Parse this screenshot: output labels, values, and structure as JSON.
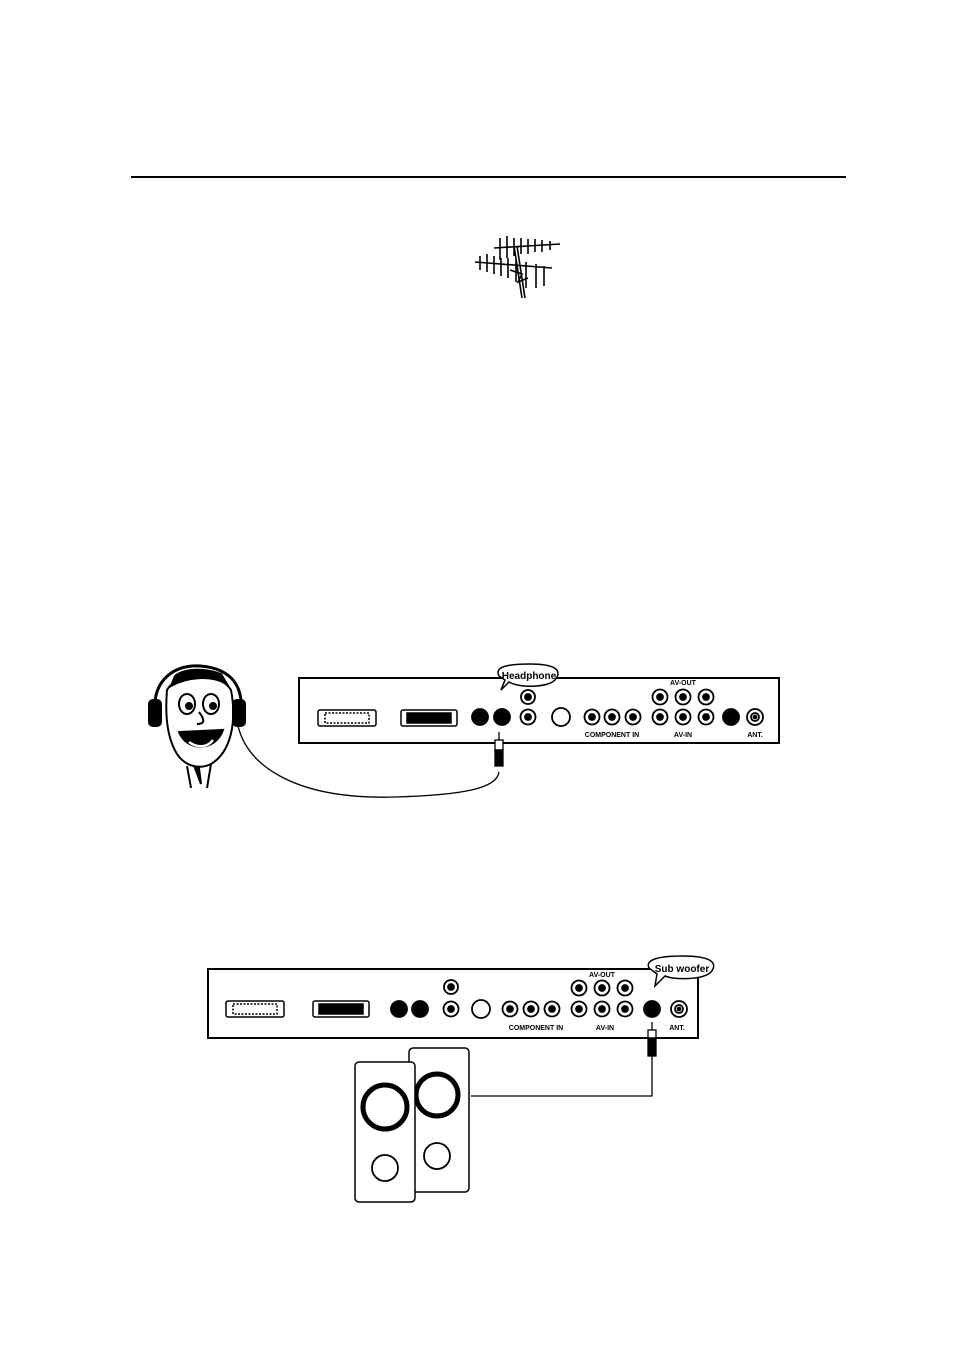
{
  "colors": {
    "ink": "#000000",
    "paper": "#ffffff"
  },
  "headphone_diagram": {
    "callout": "Headphone",
    "labels": {
      "component_in": "COMPONENT IN",
      "av_out": "AV-OUT",
      "av_in": "AV-IN",
      "ant": "ANT."
    },
    "icons": [
      "man-with-headphones-icon",
      "headphone-plug-icon"
    ]
  },
  "subwoofer_diagram": {
    "callout": "Sub woofer",
    "labels": {
      "component_in": "COMPONENT IN",
      "av_out": "AV-OUT",
      "av_in": "AV-IN",
      "ant": "ANT."
    },
    "icons": [
      "subwoofer-speaker-icon",
      "subwoofer-plug-icon"
    ]
  },
  "antenna": {
    "icon": "tv-antenna-icon"
  }
}
